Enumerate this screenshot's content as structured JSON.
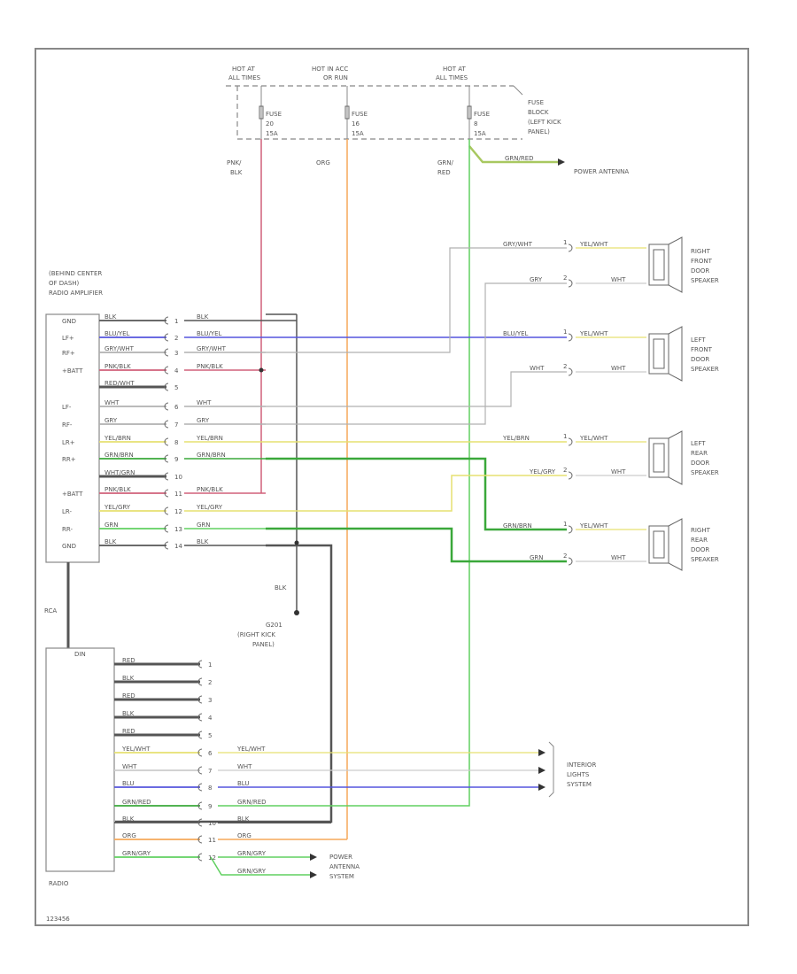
{
  "fuse_block": {
    "hot_left": [
      "HOT AT",
      "ALL TIMES"
    ],
    "hot_mid": [
      "HOT IN ACC",
      "OR RUN"
    ],
    "hot_right": [
      "HOT AT",
      "ALL TIMES"
    ],
    "fuse_left": [
      "FUSE",
      "20",
      "15A"
    ],
    "fuse_mid": [
      "FUSE",
      "16",
      "15A"
    ],
    "fuse_right": [
      "FUSE",
      "8",
      "15A"
    ],
    "block_label": [
      "FUSE",
      "BLOCK",
      "(LEFT KICK",
      "PANEL)"
    ]
  },
  "top_wires": {
    "left": [
      "PNK/",
      "BLK"
    ],
    "mid": [
      "ORG"
    ],
    "right": [
      "GRN/",
      "RED"
    ]
  },
  "power_antenna_top": {
    "wire": "GRN/RED",
    "label": "POWER ANTENNA"
  },
  "amplifier": {
    "label": [
      "(BEHIND CENTER",
      "OF DASH)",
      "RADIO AMPLIFIER"
    ],
    "pins_left": [
      "GND",
      "LF+",
      "RF+",
      "+BATT",
      "",
      "LF-",
      "RF-",
      "LR+",
      "RR+",
      "",
      "+BATT",
      "LR-",
      "RR-",
      "GND"
    ],
    "wires_left": [
      "BLK",
      "BLU/YEL",
      "GRY/WHT",
      "PNK/BLK",
      "RED/WHT",
      "WHT",
      "GRY",
      "YEL/BRN",
      "GRN/BRN",
      "WHT/GRN",
      "PNK/BLK",
      "YEL/GRY",
      "GRN",
      "BLK"
    ],
    "pins_num": [
      "1",
      "2",
      "3",
      "4",
      "5",
      "6",
      "7",
      "8",
      "9",
      "10",
      "11",
      "12",
      "13",
      "14"
    ],
    "wires_right": [
      "BLK",
      "BLU/YEL",
      "GRY/WHT",
      "PNK/BLK",
      "",
      "WHT",
      "GRY",
      "YEL/BRN",
      "GRN/BRN",
      "",
      "PNK/BLK",
      "YEL/GRY",
      "GRN",
      "BLK"
    ]
  },
  "speakers": [
    {
      "label": [
        "RIGHT",
        "FRONT",
        "DOOR",
        "SPEAKER"
      ],
      "in_plus": "GRY/WHT",
      "in_minus": "GRY",
      "out_plus": "YEL/WHT",
      "out_minus": "WHT",
      "pin_plus": "1",
      "pin_minus": "2"
    },
    {
      "label": [
        "LEFT",
        "FRONT",
        "DOOR",
        "SPEAKER"
      ],
      "in_plus": "BLU/YEL",
      "in_minus": "WHT",
      "out_plus": "YEL/WHT",
      "out_minus": "WHT",
      "pin_plus": "1",
      "pin_minus": "2"
    },
    {
      "label": [
        "LEFT",
        "REAR",
        "DOOR",
        "SPEAKER"
      ],
      "in_plus": "YEL/BRN",
      "in_minus": "YEL/GRY",
      "out_plus": "YEL/WHT",
      "out_minus": "WHT",
      "pin_plus": "1",
      "pin_minus": "2"
    },
    {
      "label": [
        "RIGHT",
        "REAR",
        "DOOR",
        "SPEAKER"
      ],
      "in_plus": "GRN/BRN",
      "in_minus": "GRN",
      "out_plus": "YEL/WHT",
      "out_minus": "WHT",
      "pin_plus": "1",
      "pin_minus": "2"
    }
  ],
  "ground": {
    "wire": "BLK",
    "label": [
      "G201",
      "(RIGHT KICK",
      "PANEL)"
    ]
  },
  "radio": {
    "label": "RADIO",
    "cable": "RCA",
    "header": "DIN",
    "wires_left": [
      "RED",
      "BLK",
      "RED",
      "BLK",
      "RED",
      "YEL/WHT",
      "WHT",
      "BLU",
      "GRN/RED",
      "BLK",
      "ORG",
      "GRN/GRY"
    ],
    "pins": [
      "1",
      "2",
      "3",
      "4",
      "5",
      "6",
      "7",
      "8",
      "9",
      "10",
      "11",
      "12"
    ],
    "wires_right": [
      "",
      "",
      "",
      "",
      "",
      "YEL/WHT",
      "WHT",
      "BLU",
      "GRN/RED",
      "BLK",
      "ORG",
      "GRN/GRY"
    ],
    "extra_wire": "GRN/GRY"
  },
  "interior_lights": [
    "INTERIOR",
    "LIGHTS",
    "SYSTEM"
  ],
  "power_antenna_system": [
    "POWER",
    "ANTENNA",
    "SYSTEM"
  ],
  "footer": "123456",
  "colors": {
    "pnk_blk": "#d0607a",
    "org": "#f5a85a",
    "grn": "#60d060",
    "grn_dark": "#3aa83a",
    "blu": "#5555dd",
    "yel": "#e6e070",
    "gry": "#b0b0b0",
    "blk": "#555555",
    "red": "#d06060"
  }
}
